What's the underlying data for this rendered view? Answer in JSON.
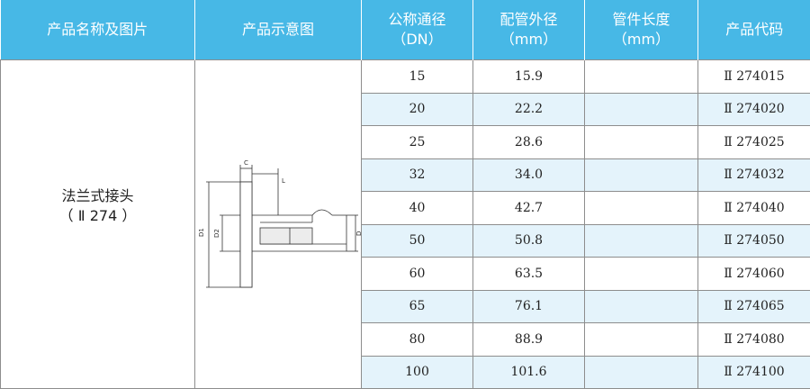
{
  "headers": [
    {
      "line1": "产品名称及图片",
      "line2": ""
    },
    {
      "line1": "产品示意图",
      "line2": ""
    },
    {
      "line1": "公称通径",
      "line2": "（DN）"
    },
    {
      "line1": "配管外径",
      "line2": "（mm）"
    },
    {
      "line1": "管件长度",
      "line2": "（mm）"
    },
    {
      "line1": "产品代码",
      "line2": ""
    }
  ],
  "product": {
    "name": "法兰式接头",
    "series": "（ Ⅱ 274 ）"
  },
  "diagram_labels": {
    "c": "C",
    "d1": "D1",
    "d2": "D2",
    "d": "D",
    "l": "L"
  },
  "rows": [
    {
      "dn": "15",
      "od": "15.9",
      "len": "",
      "code": "Ⅱ 274015"
    },
    {
      "dn": "20",
      "od": "22.2",
      "len": "",
      "code": "Ⅱ 274020"
    },
    {
      "dn": "25",
      "od": "28.6",
      "len": "",
      "code": "Ⅱ 274025"
    },
    {
      "dn": "32",
      "od": "34.0",
      "len": "",
      "code": "Ⅱ 274032"
    },
    {
      "dn": "40",
      "od": "42.7",
      "len": "",
      "code": "Ⅱ 274040"
    },
    {
      "dn": "50",
      "od": "50.8",
      "len": "",
      "code": "Ⅱ 274050"
    },
    {
      "dn": "60",
      "od": "63.5",
      "len": "",
      "code": "Ⅱ 274060"
    },
    {
      "dn": "65",
      "od": "76.1",
      "len": "",
      "code": "Ⅱ 274065"
    },
    {
      "dn": "80",
      "od": "88.9",
      "len": "",
      "code": "Ⅱ 274080"
    },
    {
      "dn": "100",
      "od": "101.6",
      "len": "",
      "code": "Ⅱ 274100"
    }
  ]
}
